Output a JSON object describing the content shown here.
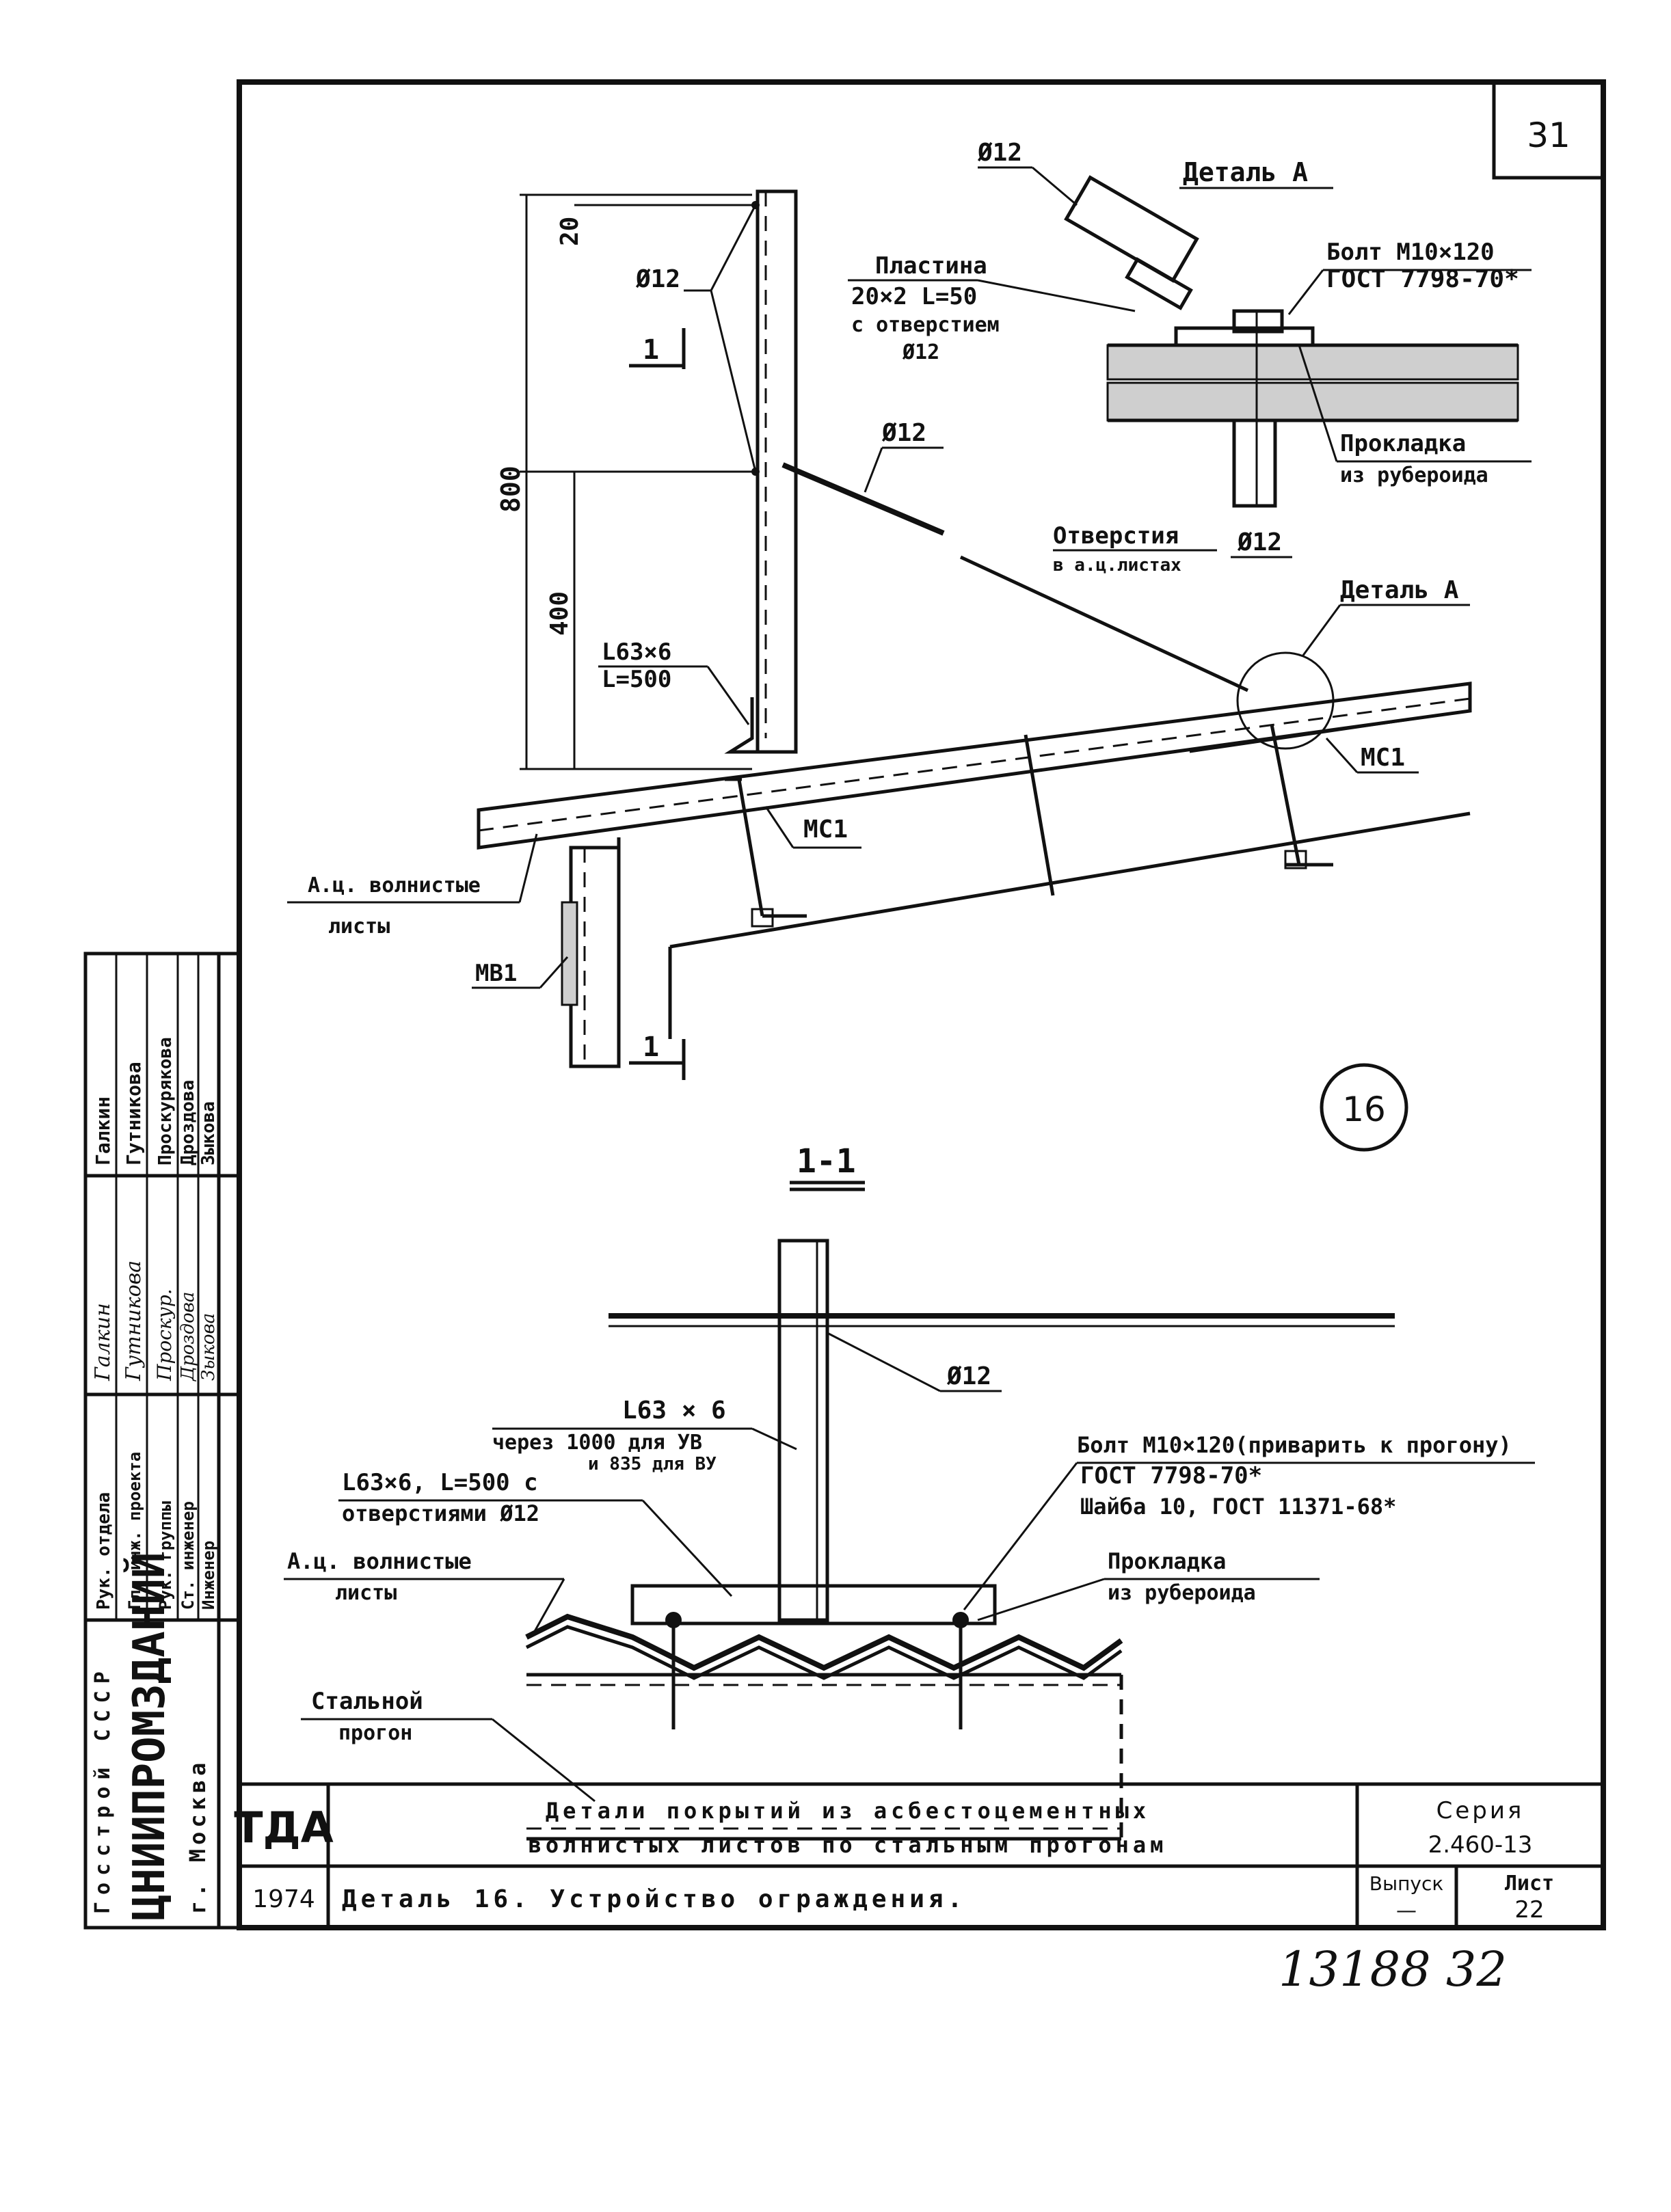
{
  "sheet": {
    "page_number": "31",
    "detail_circle": "16",
    "handwritten_number": "13188  32"
  },
  "detail_a": {
    "title": "Деталь А",
    "rod": "Ø12",
    "plate": [
      "Пластина",
      "20×2  L=50",
      "с отверстием",
      "Ø12"
    ],
    "bolt": [
      "Болт М10×120",
      "ГОСТ 7798-70*"
    ],
    "gasket": [
      "Прокладка",
      "из рубероида"
    ],
    "hole": "Ø12"
  },
  "elevation": {
    "dim_20": "20",
    "dim_800": "800",
    "dim_400": "400",
    "rod_top": "Ø12",
    "rod_brace": "Ø12",
    "section_mark": "1",
    "angle": [
      "L63×6",
      "L=500"
    ],
    "holes": [
      "Отверстия",
      "в а.ц.листах"
    ],
    "detail_ref": "Деталь А",
    "mc1_right": "МС1",
    "mc1_left": "МС1",
    "sheets": [
      "А.ц. волнистые",
      "листы"
    ],
    "mb1": "МВ1"
  },
  "section_1_1": {
    "title": "1-1",
    "rod": "Ø12",
    "post": [
      "L63 × 6",
      "через 1000 для УВ",
      "и 835 для ВУ"
    ],
    "base_angle": [
      "L63×6, L=500 с",
      "отверстиями Ø12"
    ],
    "bolt": [
      "Болт М10×120(приварить к прогону)",
      "ГОСТ 7798-70*",
      "Шайба 10, ГОСТ 11371-68*"
    ],
    "gasket": [
      "Прокладка",
      "из рубероида"
    ],
    "sheets": [
      "А.ц. волнистые",
      "листы"
    ],
    "purlin": [
      "Стальной",
      "прогон"
    ]
  },
  "stamp": {
    "org_line1": "Госстрой СССР",
    "org_name": "ЦНИИПРОМЗДАНИЙ",
    "org_city": "г. Москва",
    "roles": [
      "Рук. отдела",
      "Гл. инж. проекта",
      "Рук. группы",
      "Ст. инженер",
      "Инженер"
    ],
    "names": [
      "Галкин",
      "Гутникова",
      "Проскурякова",
      "Дроздова",
      "Зыкова"
    ],
    "signatures": [
      "Галкин",
      "Гутникова",
      "Проскур.",
      "Дроздова",
      "Зыкова"
    ],
    "tda": "ТДА",
    "title_line1": "Детали покрытий из асбестоцементных",
    "title_line2": "волнистых листов по стальным прогонам",
    "series_label": "Серия",
    "series_value": "2.460-13",
    "year": "1974",
    "subtitle": "Деталь 16. Устройство ограждения.",
    "issue_label": "Выпуск",
    "issue_value": "—",
    "sheet_label": "Лист",
    "sheet_value": "22"
  }
}
